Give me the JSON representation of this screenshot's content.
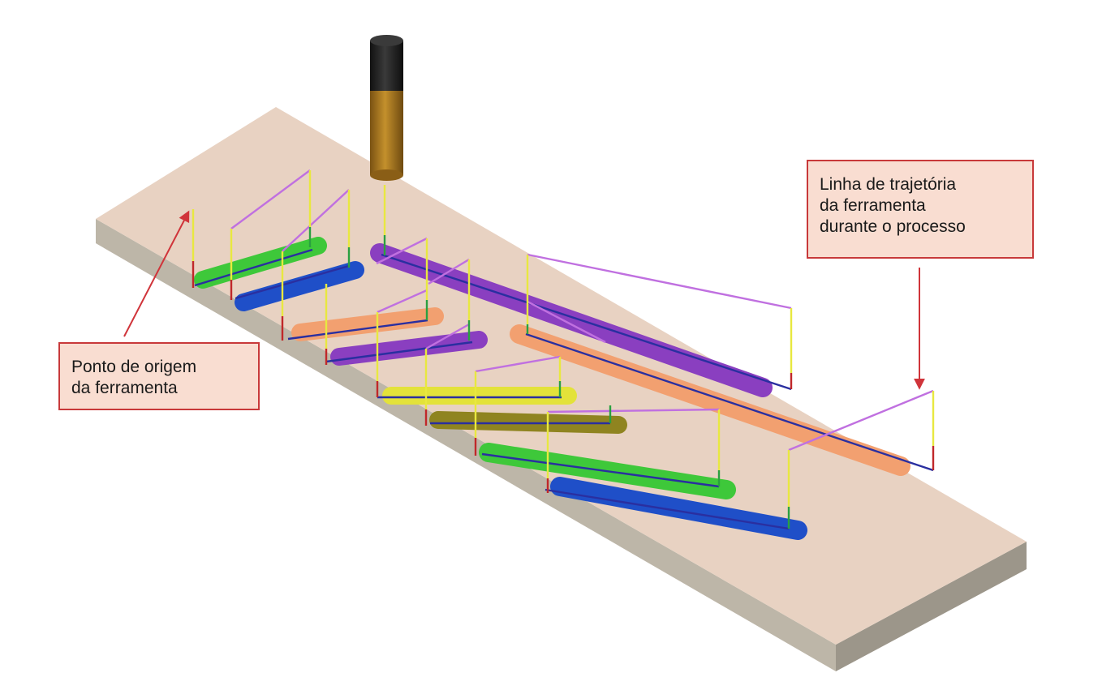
{
  "callouts": {
    "origin": {
      "lines": [
        "Ponto de origem",
        "da ferramenta"
      ]
    },
    "path": {
      "lines": [
        "Linha de trajetória",
        "da ferramenta",
        "durante o processo"
      ]
    }
  },
  "colors": {
    "plate_top": "#e8d2c2",
    "plate_side": "#9c968a",
    "plate_front": "#bdb6a8",
    "callout_fill": "#f9ddd1",
    "callout_border": "#c8393a",
    "arrow": "#d0343a",
    "slot_green": "#3ec83a",
    "slot_blue": "#1f4fc8",
    "slot_purple": "#8a3fc0",
    "slot_orange": "#f2a070",
    "slot_yellow": "#e3e23a",
    "slot_olive": "#8f8420",
    "path_magenta": "#c070e0",
    "path_yellow": "#e8e840",
    "path_red": "#c0282a",
    "path_green": "#2aa040",
    "tool_black": "#222222",
    "tool_bronze": "#a8751a"
  },
  "icons": {
    "tool": "end-mill-tool"
  }
}
